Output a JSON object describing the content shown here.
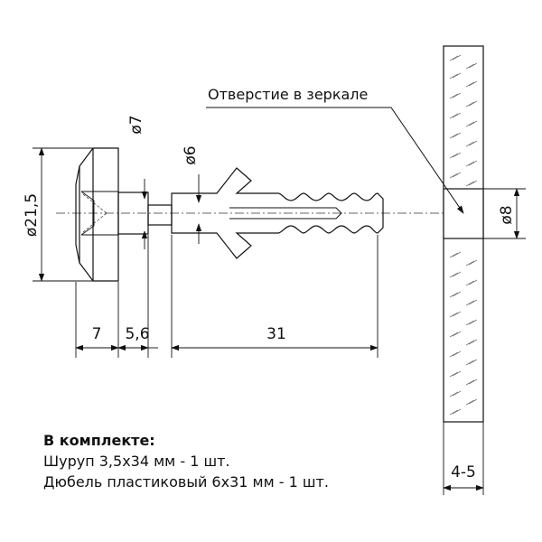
{
  "dimensions": {
    "head_diameter": "ø21,5",
    "screw_diameter": "ø7",
    "dowel_diameter": "ø6",
    "hole_diameter": "ø8",
    "head_length": "7",
    "neck_length": "5,6",
    "dowel_length": "31",
    "mirror_thickness": "4-5"
  },
  "callout": "Отверстие в зеркале",
  "kit": {
    "heading": "В комплекте:",
    "items": [
      "Шуруп 3,5х34 мм  - 1 шт.",
      "Дюбель пластиковый 6х31 мм - 1 шт."
    ]
  }
}
